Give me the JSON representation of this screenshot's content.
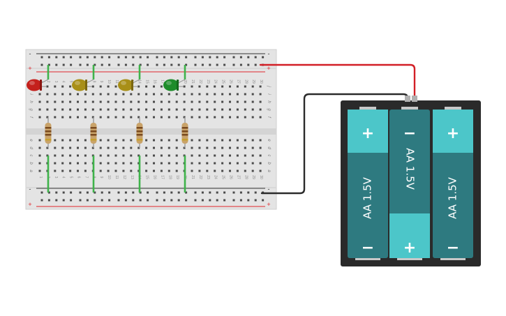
{
  "breadboard": {
    "rail_plus": "+",
    "rail_minus": "-",
    "row_letters_top": [
      "j",
      "i",
      "h",
      "g",
      "f"
    ],
    "row_letters_bottom": [
      "e",
      "d",
      "c",
      "b",
      "a"
    ],
    "column_numbers": [
      "1",
      "2",
      "3",
      "4",
      "5",
      "6",
      "7",
      "8",
      "9",
      "10",
      "11",
      "12",
      "13",
      "14",
      "15",
      "16",
      "17",
      "18",
      "19",
      "20",
      "21",
      "22",
      "23",
      "24",
      "25",
      "26",
      "27",
      "28",
      "29",
      "30"
    ]
  },
  "leds": [
    {
      "color_name": "red",
      "color": "#c4201c",
      "dark": "#8c1410"
    },
    {
      "color_name": "yellow",
      "color": "#a88f18",
      "dark": "#7a6610"
    },
    {
      "color_name": "yellow",
      "color": "#a88f18",
      "dark": "#7a6610"
    },
    {
      "color_name": "green",
      "color": "#1e8c2a",
      "dark": "#146a1c"
    }
  ],
  "battery_pack": {
    "cells": [
      {
        "label": "AA 1.5V",
        "top_sign": "+",
        "bottom_sign": "−"
      },
      {
        "label": "AA 1.5V",
        "top_sign": "−",
        "bottom_sign": "+"
      },
      {
        "label": "AA 1.5V",
        "top_sign": "+",
        "bottom_sign": "−"
      }
    ]
  },
  "colors": {
    "board": "#e4e4e4",
    "board_edge": "#cfcfcf",
    "hole": "#4a4a4a",
    "rail_red": "#e0262b",
    "rail_black": "#333333",
    "jumper_green": "#3fb34a",
    "wire_red": "#d21f26",
    "wire_black": "#2b2b2b",
    "battery_case": "#2a2a2a",
    "battery_dark": "#2e7a80",
    "battery_light": "#4cc6c9"
  }
}
